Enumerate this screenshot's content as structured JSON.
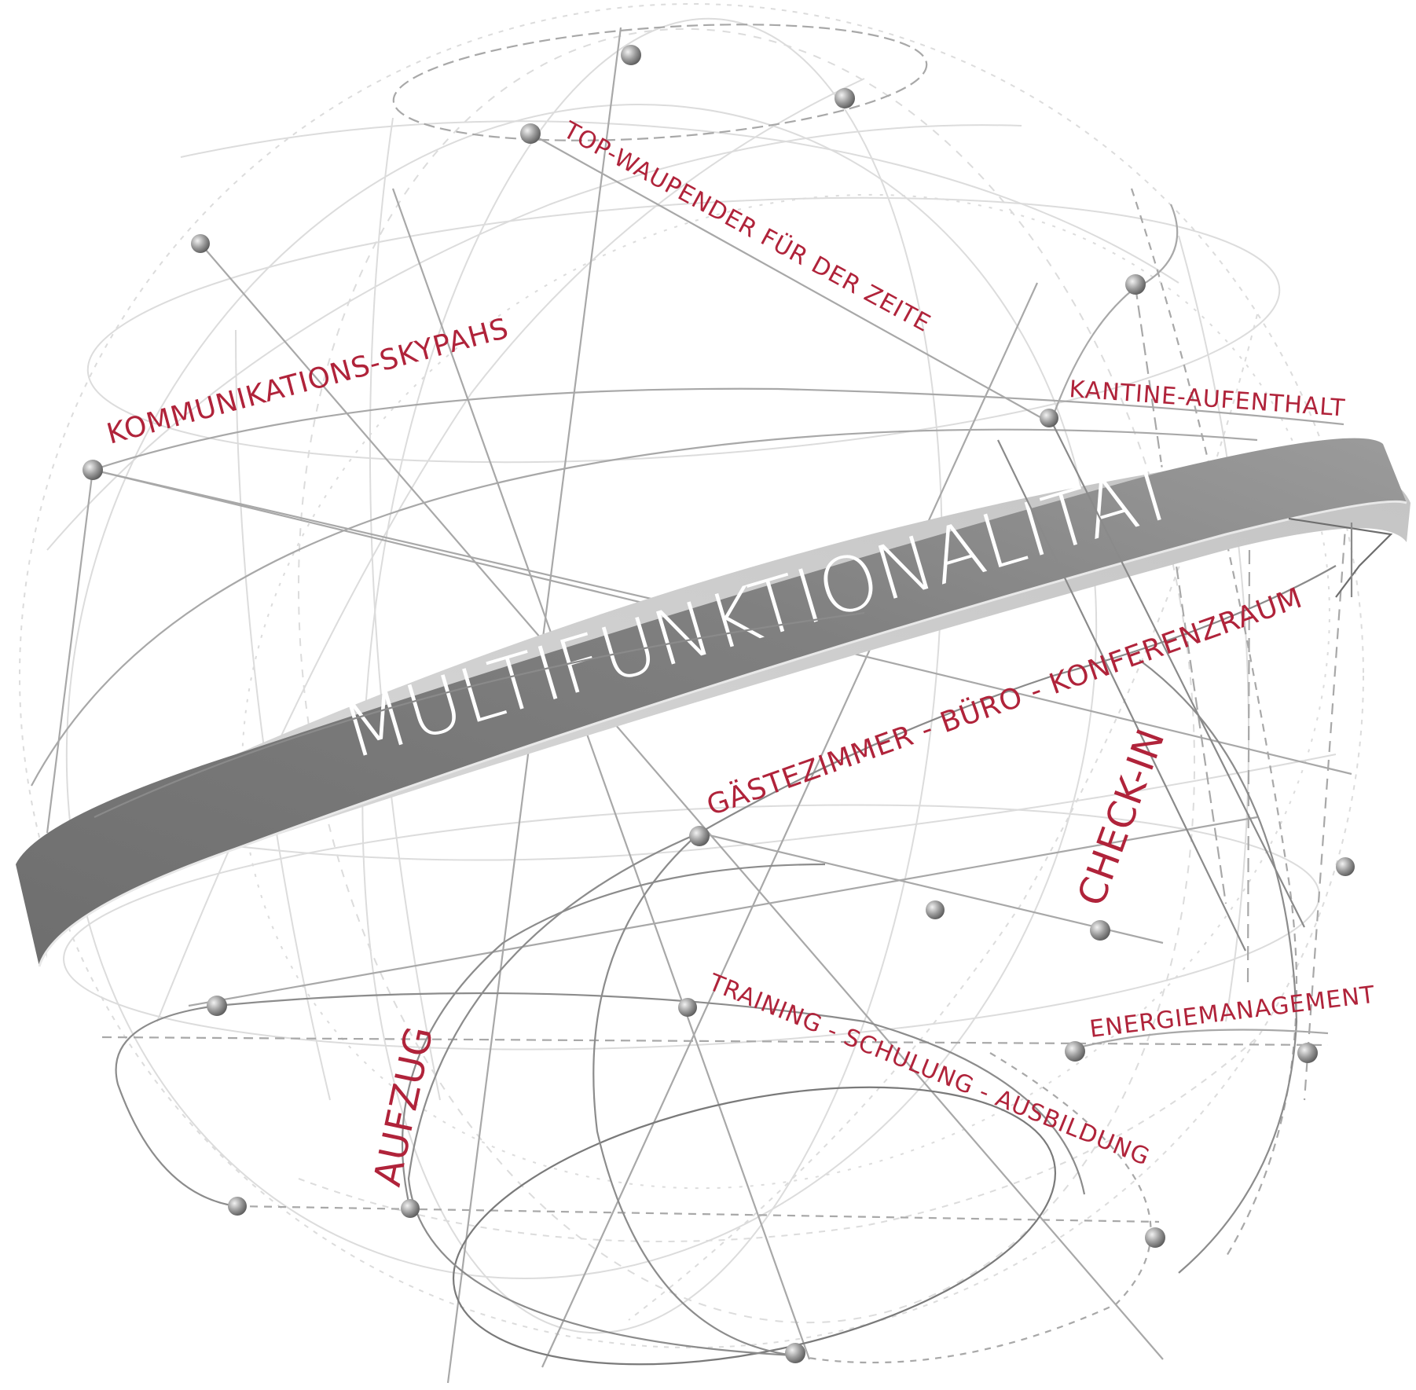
{
  "band": {
    "title": "MULTIFUNKTIONALITÄT",
    "color_dark": "#7d7d7d",
    "color_light": "#d6d6d6"
  },
  "labels": {
    "top_diagonal": "TOP-WAUPENDER FÜR DER ZEITE",
    "upper_left": "KOMMUNIKATIONS-SKYPAHS",
    "upper_right": "KANTINE-AUFENTHALT",
    "guest_room": "GÄSTEZIMMER - BÜRO - KONFERENZRAUM",
    "check_in": "CHECK-IN",
    "aufzug": "AUFZUG",
    "training": "TRAINING - SCHULUNG - AUSBILDUNG",
    "energie": "ENERGIEMANAGEMENT"
  },
  "colors": {
    "accent_red": "#b0233a",
    "line_gray": "#9a9a9a",
    "line_light": "#cfcfcf",
    "node_gray": "#8a8a8a"
  }
}
